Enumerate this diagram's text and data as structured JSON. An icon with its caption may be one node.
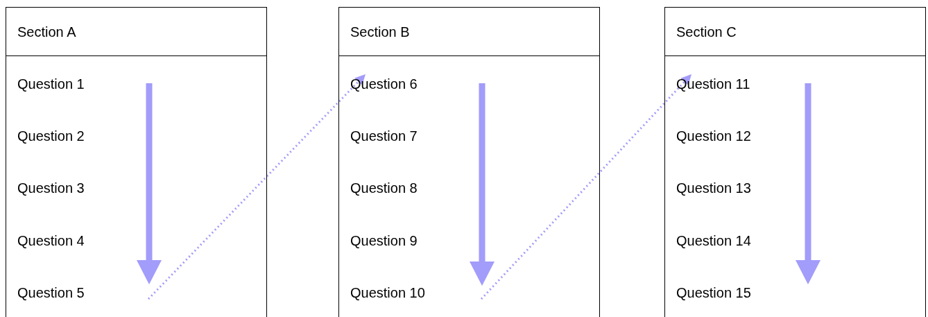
{
  "diagram": {
    "nodes": [
      {
        "text": [
          "Section A"
        ]
      },
      {
        "text": [
          "Question 1"
        ],
        "in": 0
      },
      {
        "text": [
          "Question 2"
        ],
        "in": 0
      },
      {
        "text": [
          "Question 3"
        ],
        "in": 0
      },
      {
        "text": [
          "Question 4"
        ],
        "in": 0
      },
      {
        "text": [
          "Question 5"
        ],
        "in": 0
      },
      {
        "text": [
          "Section B"
        ]
      },
      {
        "text": [
          "Question 6"
        ],
        "in": 6
      },
      {
        "text": [
          "Question 7"
        ],
        "in": 6
      },
      {
        "text": [
          "Question 8"
        ],
        "in": 6
      },
      {
        "text": [
          "Question 9"
        ],
        "in": 6
      },
      {
        "text": [
          "Question 10"
        ],
        "in": 6
      },
      {
        "text": [
          "Section C"
        ]
      },
      {
        "text": [
          "Question 11"
        ],
        "in": 12
      },
      {
        "text": [
          "Question 12"
        ],
        "in": 12
      },
      {
        "text": [
          "Question 13"
        ],
        "in": 12
      },
      {
        "text": [
          "Question 14"
        ],
        "in": 12
      },
      {
        "text": [
          "Question 15"
        ],
        "in": 12
      }
    ],
    "edges": [
      {
        "from": 5,
        "to": 7,
        "arrow": "to",
        "style": "dashed",
        "color": "#a49cf8"
      },
      {
        "from": 11,
        "to": 13,
        "arrow": "to",
        "style": "dashed",
        "color": "#a49cf8"
      }
    ]
  }
}
